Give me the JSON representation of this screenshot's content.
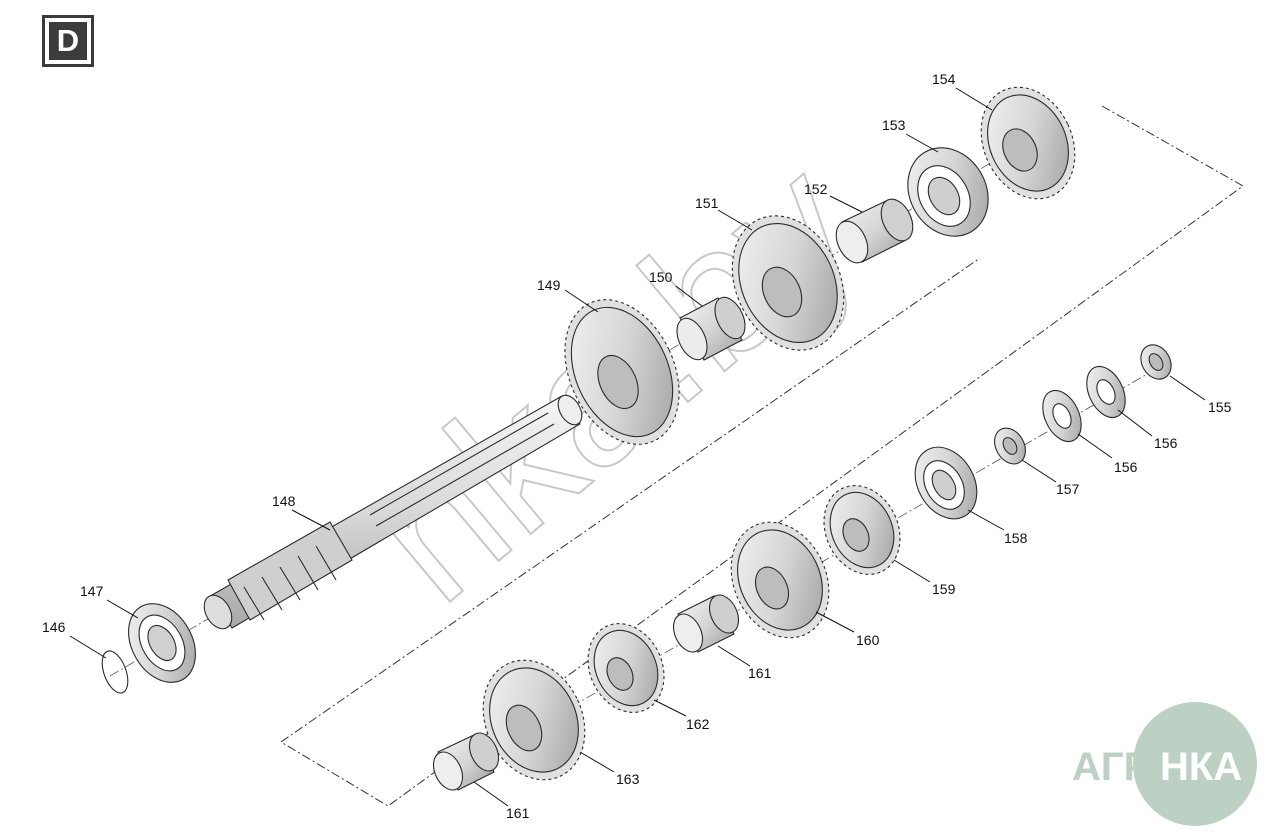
{
  "section": {
    "letter": "D"
  },
  "parts": [
    {
      "id": "146",
      "label": "146"
    },
    {
      "id": "147",
      "label": "147"
    },
    {
      "id": "148",
      "label": "148"
    },
    {
      "id": "149",
      "label": "149"
    },
    {
      "id": "150",
      "label": "150"
    },
    {
      "id": "151",
      "label": "151"
    },
    {
      "id": "152",
      "label": "152"
    },
    {
      "id": "153",
      "label": "153"
    },
    {
      "id": "154",
      "label": "154"
    },
    {
      "id": "155",
      "label": "155"
    },
    {
      "id": "156a",
      "label": "156"
    },
    {
      "id": "156b",
      "label": "156"
    },
    {
      "id": "157",
      "label": "157"
    },
    {
      "id": "158",
      "label": "158"
    },
    {
      "id": "159",
      "label": "159"
    },
    {
      "id": "160",
      "label": "160"
    },
    {
      "id": "161a",
      "label": "161"
    },
    {
      "id": "161b",
      "label": "161"
    },
    {
      "id": "162",
      "label": "162"
    },
    {
      "id": "163",
      "label": "163"
    }
  ],
  "watermark": {
    "text": "nka.by",
    "color": "#c8c8c8"
  },
  "logo": {
    "left": "АГРО",
    "right": "НКА",
    "color": "#bcd0c4"
  }
}
